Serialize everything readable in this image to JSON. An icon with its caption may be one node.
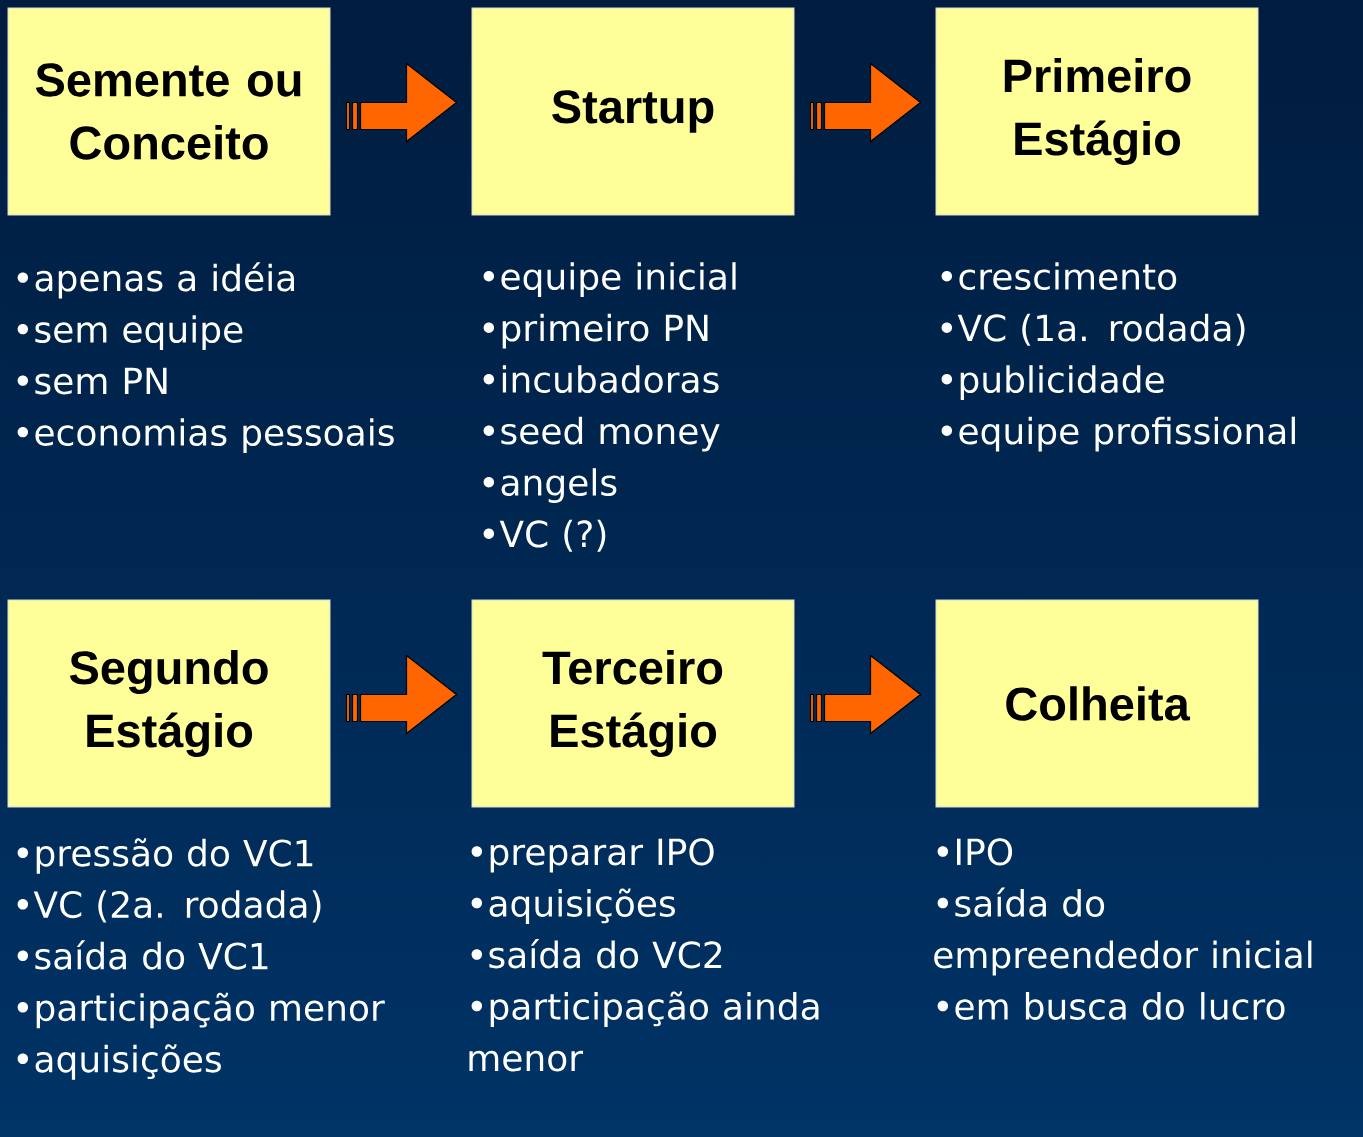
{
  "diagram": {
    "nodes": [
      {
        "text": [
          "Semente ou Conceito"
        ],
        "beside": [
          "•apenas a idéia",
          "•sem equipe",
          "•sem PN",
          "•economias pessoais"
        ]
      },
      {
        "text": [
          "Startup"
        ],
        "beside": [
          "•equipe inicial",
          "•primeiro PN",
          "•incubadoras",
          "•seed money",
          "•angels",
          "•VC (?)"
        ]
      },
      {
        "text": [
          "Primeiro Estágio"
        ],
        "beside": [
          "•crescimento",
          "•VC (1a. rodada)",
          "•publicidade",
          "•equipe profissional"
        ]
      },
      {
        "text": [
          "Segundo Estágio"
        ],
        "beside": [
          "•pressão do VC1",
          "•VC (2a. rodada)",
          "•saída do VC1",
          "•participação menor",
          "•aquisições"
        ]
      },
      {
        "text": [
          "Terceiro Estágio"
        ],
        "beside": [
          "•preparar IPO",
          "•aquisições",
          "•saída do VC2",
          "•participação ainda menor"
        ]
      },
      {
        "text": [
          "Colheita"
        ],
        "beside": [
          "•IPO",
          "•saída do empreendedor inicial",
          "•em busca do lucro"
        ]
      }
    ],
    "edges": [
      {
        "from": 0,
        "to": 1,
        "arrow": "to"
      },
      {
        "from": 1,
        "to": 2,
        "arrow": "to"
      },
      {
        "from": 3,
        "to": 4,
        "arrow": "to"
      },
      {
        "from": 4,
        "to": 5,
        "arrow": "to"
      }
    ]
  }
}
